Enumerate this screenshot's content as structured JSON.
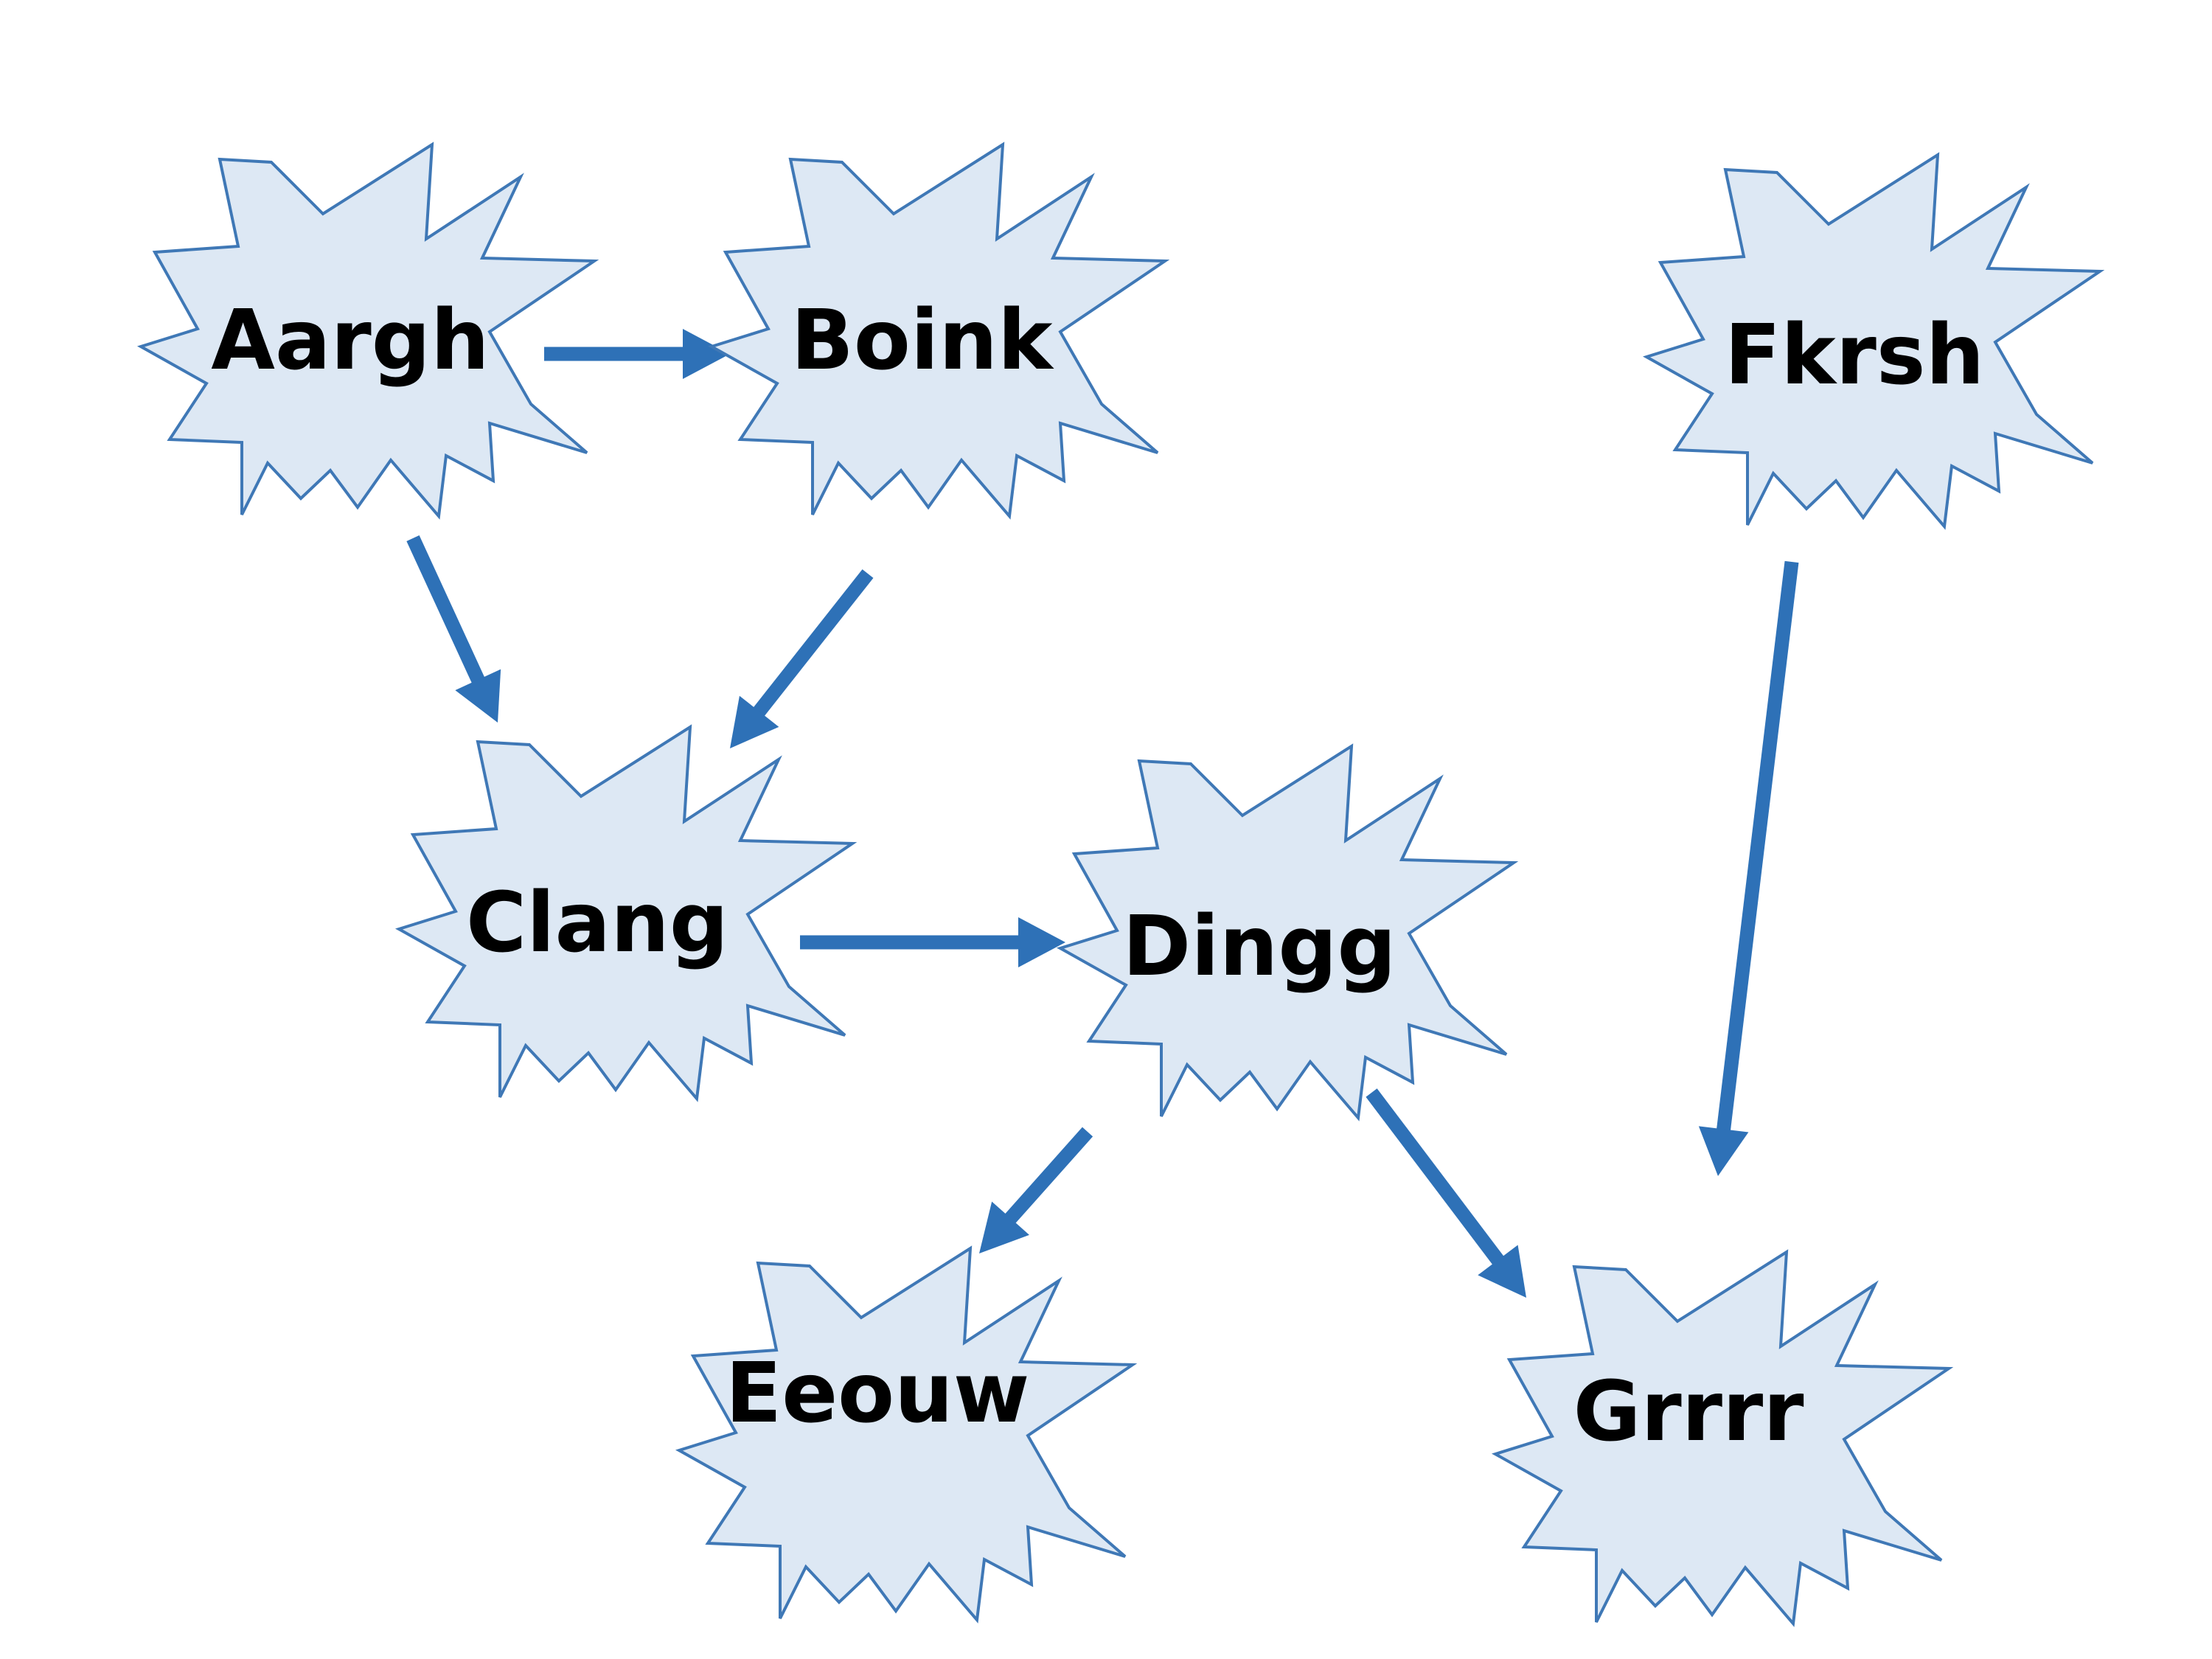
{
  "colors": {
    "background": "#ffffff",
    "burst_fill": "#dde8f4",
    "burst_stroke": "#3f78b6",
    "arrow": "#2e71b7",
    "label": "#000000"
  },
  "nodes": [
    {
      "id": "aargh",
      "label": "Aargh"
    },
    {
      "id": "boink",
      "label": "Boink"
    },
    {
      "id": "fkrsh",
      "label": "Fkrsh"
    },
    {
      "id": "clang",
      "label": "Clang"
    },
    {
      "id": "dingg",
      "label": "Dingg"
    },
    {
      "id": "eeouw",
      "label": "Eeouw"
    },
    {
      "id": "grrrr",
      "label": "Grrrr"
    }
  ],
  "edges": [
    {
      "from": "aargh",
      "to": "boink"
    },
    {
      "from": "aargh",
      "to": "clang"
    },
    {
      "from": "boink",
      "to": "clang"
    },
    {
      "from": "clang",
      "to": "dingg"
    },
    {
      "from": "dingg",
      "to": "eeouw"
    },
    {
      "from": "dingg",
      "to": "grrrr"
    },
    {
      "from": "fkrsh",
      "to": "grrrr"
    }
  ]
}
